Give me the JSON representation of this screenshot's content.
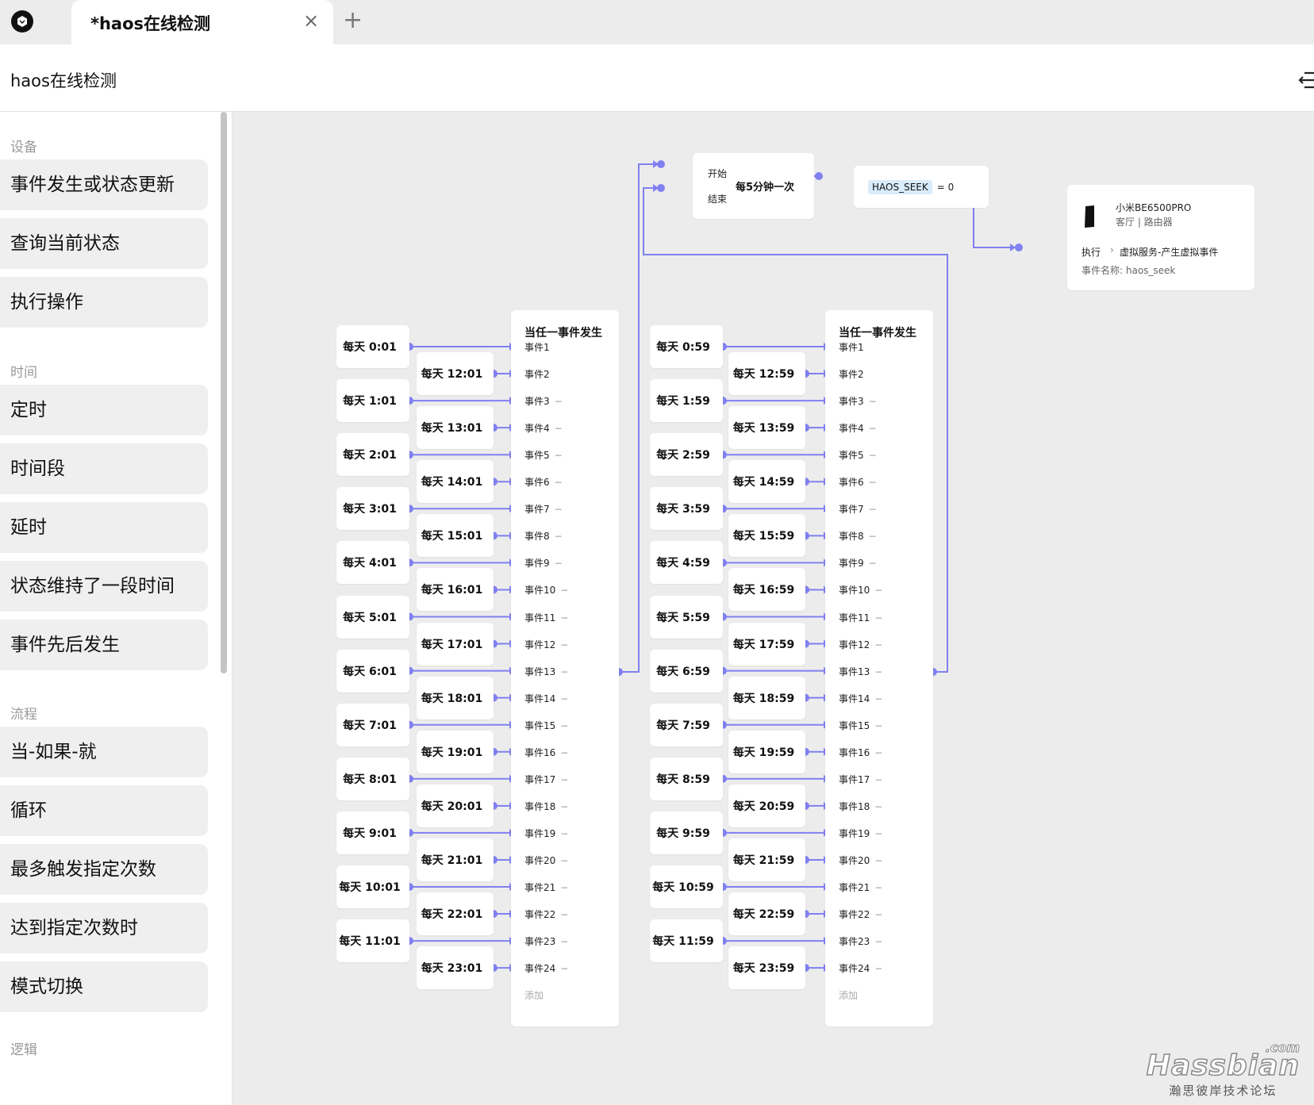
{
  "tab": {
    "title": "*haos在线检测",
    "close": "×",
    "add": "+"
  },
  "header": {
    "title": "haos在线检测"
  },
  "sidebar": {
    "sections": [
      {
        "title": "设备",
        "items": [
          "事件发生或状态更新",
          "查询当前状态",
          "执行操作"
        ]
      },
      {
        "title": "时间",
        "items": [
          "定时",
          "时间段",
          "延时",
          "状态维持了一段时间",
          "事件先后发生"
        ]
      },
      {
        "title": "流程",
        "items": [
          "当-如果-就",
          "循环",
          "最多触发指定次数",
          "达到指定次数时",
          "模式切换"
        ]
      },
      {
        "title": "逻辑",
        "items": []
      }
    ]
  },
  "flow": {
    "loop": {
      "start": "开始",
      "end": "结束",
      "label": "每5分钟一次"
    },
    "variable": {
      "name": "HAOS_SEEK",
      "expr": "= 0"
    },
    "device": {
      "name": "小米BE6500PRO",
      "location": "客厅 | 路由器",
      "action_prefix": "执行",
      "action_sep": "›",
      "action": "虚拟服务-产生虚拟事件",
      "event_name": "事件名称: haos_seek"
    },
    "group1": {
      "title": "当任一事件发生",
      "events": [
        "事件1",
        "事件2",
        "事件3",
        "事件4",
        "事件5",
        "事件6",
        "事件7",
        "事件8",
        "事件9",
        "事件10",
        "事件11",
        "事件12",
        "事件13",
        "事件14",
        "事件15",
        "事件16",
        "事件17",
        "事件18",
        "事件19",
        "事件20",
        "事件21",
        "事件22",
        "事件23",
        "事件24"
      ],
      "add": "添加",
      "timers": [
        "每天 0:01",
        "每天 12:01",
        "每天 1:01",
        "每天 13:01",
        "每天 2:01",
        "每天 14:01",
        "每天 3:01",
        "每天 15:01",
        "每天 4:01",
        "每天 16:01",
        "每天 5:01",
        "每天 17:01",
        "每天 6:01",
        "每天 18:01",
        "每天 7:01",
        "每天 19:01",
        "每天 8:01",
        "每天 20:01",
        "每天 9:01",
        "每天 21:01",
        "每天 10:01",
        "每天 22:01",
        "每天 11:01",
        "每天 23:01"
      ]
    },
    "group2": {
      "title": "当任一事件发生",
      "events": [
        "事件1",
        "事件2",
        "事件3",
        "事件4",
        "事件5",
        "事件6",
        "事件7",
        "事件8",
        "事件9",
        "事件10",
        "事件11",
        "事件12",
        "事件13",
        "事件14",
        "事件15",
        "事件16",
        "事件17",
        "事件18",
        "事件19",
        "事件20",
        "事件21",
        "事件22",
        "事件23",
        "事件24"
      ],
      "add": "添加",
      "timers": [
        "每天 0:59",
        "每天 12:59",
        "每天 1:59",
        "每天 13:59",
        "每天 2:59",
        "每天 14:59",
        "每天 3:59",
        "每天 15:59",
        "每天 4:59",
        "每天 16:59",
        "每天 5:59",
        "每天 17:59",
        "每天 6:59",
        "每天 18:59",
        "每天 7:59",
        "每天 19:59",
        "每天 8:59",
        "每天 20:59",
        "每天 9:59",
        "每天 21:59",
        "每天 10:59",
        "每天 22:59",
        "每天 11:59",
        "每天 23:59"
      ]
    },
    "minus": "−",
    "colors": {
      "wire": "#8080f0",
      "chip": "#d9ecfb"
    }
  },
  "watermark": {
    "brand": "Hassbian",
    "com": ".com",
    "subtitle": "瀚思彼岸技术论坛"
  }
}
